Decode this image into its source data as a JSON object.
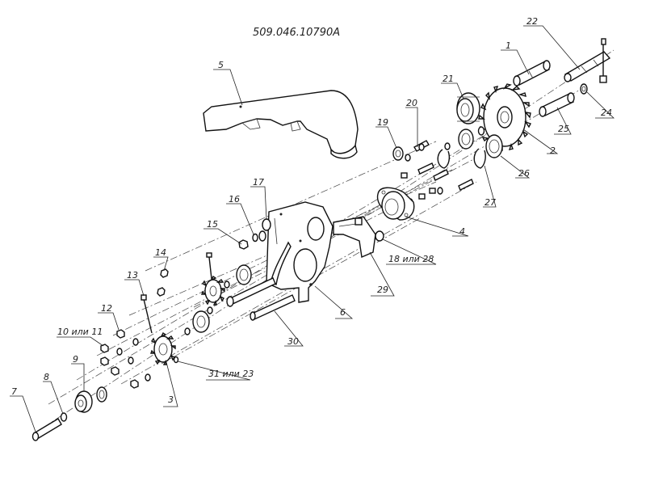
{
  "drawing_number": "509.046.10790А",
  "callouts": {
    "c1": "1",
    "c2": "2",
    "c3": "3",
    "c4": "4",
    "c5": "5",
    "c6": "6",
    "c7": "7",
    "c8": "8",
    "c9": "9",
    "c10": "10 или 11",
    "c12": "12",
    "c13": "13",
    "c14": "14",
    "c15": "15",
    "c16": "16",
    "c17": "17",
    "c18": "18 или 28",
    "c19": "19",
    "c20": "20",
    "c21": "21",
    "c22": "22",
    "c24": "24",
    "c25": "25",
    "c26": "26",
    "c27": "27",
    "c29": "29",
    "c30": "30",
    "c31": "31 или 23"
  }
}
